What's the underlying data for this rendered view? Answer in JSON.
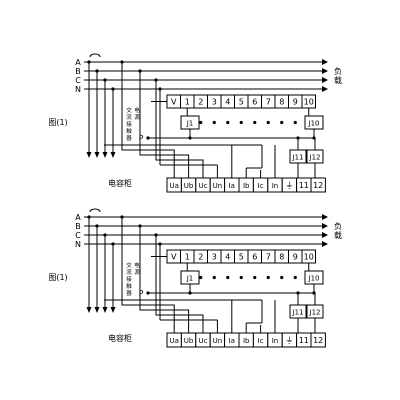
{
  "diagrams": [
    {
      "figure_label": "图(1)",
      "bus_labels": [
        "A",
        "B",
        "C",
        "N"
      ],
      "load_label": [
        "负",
        "载"
      ],
      "power_label": [
        "电",
        "源"
      ],
      "ac_contactor_label": [
        "交",
        "流",
        "接",
        "触",
        "器"
      ],
      "cabinet_label": "电容柜",
      "top_terminals": [
        "V",
        "1",
        "2",
        "3",
        "4",
        "5",
        "6",
        "7",
        "8",
        "9",
        "10"
      ],
      "bottom_terminals": [
        "Ua",
        "Ub",
        "Uc",
        "Un",
        "Ia",
        "Ib",
        "Ic",
        "In",
        "⏚",
        "11",
        "12"
      ],
      "neutral_point": "P",
      "relays": [
        "J1",
        "J10",
        "J11",
        "J12"
      ]
    },
    {
      "figure_label": "图(1)",
      "bus_labels": [
        "A",
        "B",
        "C",
        "N"
      ],
      "load_label": [
        "负",
        "载"
      ],
      "power_label": [
        "电",
        "源"
      ],
      "ac_contactor_label": [
        "交",
        "流",
        "接",
        "触",
        "器"
      ],
      "cabinet_label": "电容柜",
      "top_terminals": [
        "V",
        "1",
        "2",
        "3",
        "4",
        "5",
        "6",
        "7",
        "8",
        "9",
        "10"
      ],
      "bottom_terminals": [
        "Ua",
        "Ub",
        "Uc",
        "Un",
        "Ia",
        "Ib",
        "Ic",
        "In",
        "⏚",
        "11",
        "12"
      ],
      "neutral_point": "P",
      "relays": [
        "J1",
        "J10",
        "J11",
        "J12"
      ]
    }
  ]
}
